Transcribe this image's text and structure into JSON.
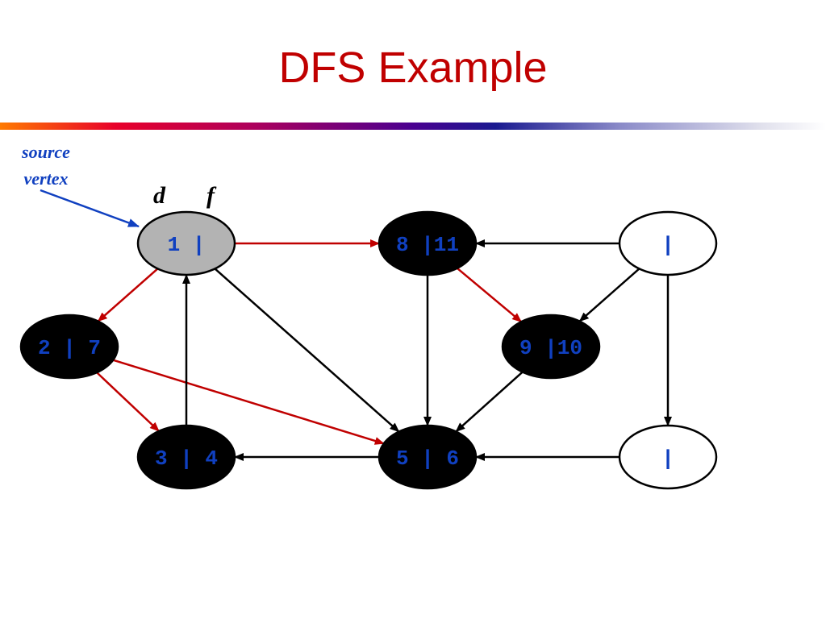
{
  "slide": {
    "title": "DFS Example"
  },
  "annotation": {
    "source_line1": "source",
    "source_line2": "vertex"
  },
  "legend": {
    "d_label": "d",
    "f_label": "f"
  },
  "colors": {
    "title": "#c00000",
    "tree_edge": "#c00000",
    "other_edge": "#000000",
    "pointer_arrow": "#1040c0",
    "node_label": "#1040c0",
    "node_finished": "#000000",
    "node_active": "#b3b3b3",
    "node_unvisited": "#ffffff"
  },
  "graph": {
    "nodes": [
      {
        "id": "n1",
        "label": "1 |",
        "state": "active"
      },
      {
        "id": "n2",
        "label": "2 | 7",
        "state": "finished"
      },
      {
        "id": "n3",
        "label": "3 | 4",
        "state": "finished"
      },
      {
        "id": "n5",
        "label": "5 | 6",
        "state": "finished"
      },
      {
        "id": "n8",
        "label": "8 |11",
        "state": "finished"
      },
      {
        "id": "n9",
        "label": "9 |10",
        "state": "finished"
      },
      {
        "id": "nTR",
        "label": "|",
        "state": "unvisited"
      },
      {
        "id": "nBR",
        "label": "|",
        "state": "unvisited"
      }
    ],
    "edges": [
      {
        "from": "n1",
        "to": "n8",
        "kind": "tree"
      },
      {
        "from": "n1",
        "to": "n2",
        "kind": "tree"
      },
      {
        "from": "n1",
        "to": "n5",
        "kind": "other"
      },
      {
        "from": "n2",
        "to": "n3",
        "kind": "tree"
      },
      {
        "from": "n2",
        "to": "n5",
        "kind": "tree"
      },
      {
        "from": "n3",
        "to": "n1",
        "kind": "other"
      },
      {
        "from": "n5",
        "to": "n3",
        "kind": "other"
      },
      {
        "from": "n8",
        "to": "n9",
        "kind": "tree"
      },
      {
        "from": "n8",
        "to": "n5",
        "kind": "other"
      },
      {
        "from": "n9",
        "to": "n5",
        "kind": "other"
      },
      {
        "from": "nTR",
        "to": "n8",
        "kind": "other"
      },
      {
        "from": "nTR",
        "to": "n9",
        "kind": "other"
      },
      {
        "from": "nTR",
        "to": "nBR",
        "kind": "other"
      },
      {
        "from": "nBR",
        "to": "n5",
        "kind": "other"
      }
    ]
  }
}
